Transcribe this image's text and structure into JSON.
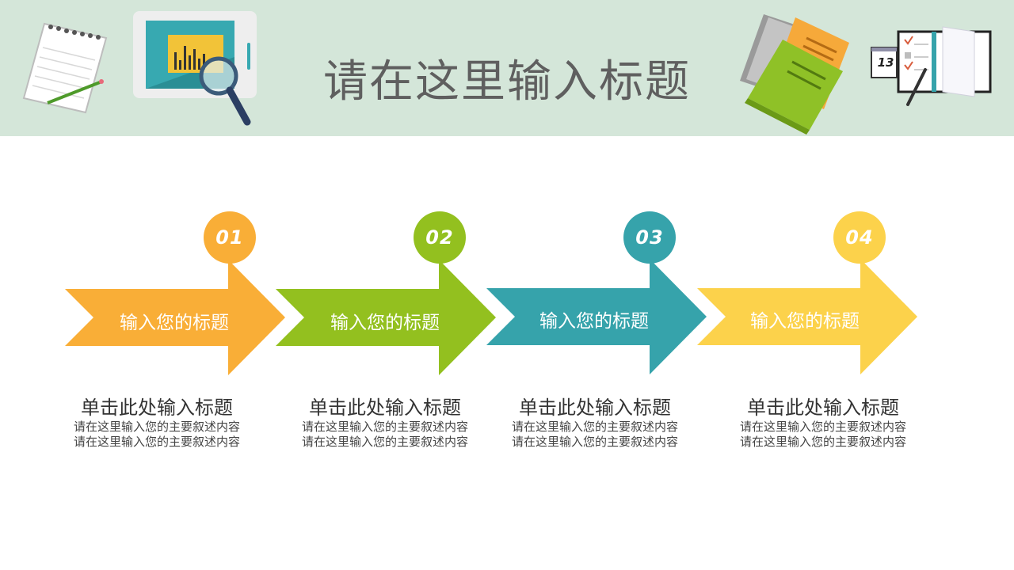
{
  "title": "请在这里输入标题",
  "calendar_number": "13",
  "colors": {
    "header_bg": "#d4e6d9",
    "orange": "#f9ae37",
    "green": "#93c01f",
    "teal": "#36a3ab",
    "yellow": "#fcd24b"
  },
  "steps": [
    {
      "number": "01",
      "label": "输入您的标题",
      "heading": "单击此处输入标题",
      "desc1": "请在这里输入您的主要叙述内容",
      "desc2": "请在这里输入您的主要叙述内容",
      "color": "#f9ae37"
    },
    {
      "number": "02",
      "label": "输入您的标题",
      "heading": "单击此处输入标题",
      "desc1": "请在这里输入您的主要叙述内容",
      "desc2": "请在这里输入您的主要叙述内容",
      "color": "#93c01f"
    },
    {
      "number": "03",
      "label": "输入您的标题",
      "heading": "单击此处输入标题",
      "desc1": "请在这里输入您的主要叙述内容",
      "desc2": "请在这里输入您的主要叙述内容",
      "color": "#36a3ab"
    },
    {
      "number": "04",
      "label": "输入您的标题",
      "heading": "单击此处输入标题",
      "desc1": "请在这里输入您的主要叙述内容",
      "desc2": "请在这里输入您的主要叙述内容",
      "color": "#fcd24b"
    }
  ]
}
